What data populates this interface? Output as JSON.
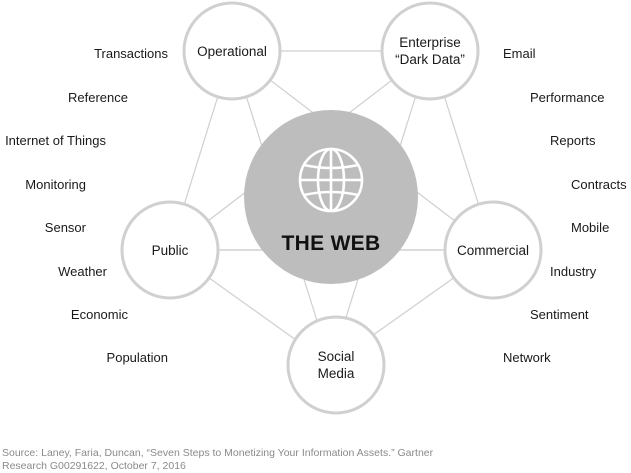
{
  "center": {
    "label": "THE WEB",
    "icon": "globe-icon",
    "fill": "#bdbdbd"
  },
  "nodes": {
    "operational": [
      "Operational"
    ],
    "enterprise": [
      "Enterprise",
      "“Dark Data”"
    ],
    "public": [
      "Public"
    ],
    "commercial": [
      "Commercial"
    ],
    "social": [
      "Social",
      "Media"
    ]
  },
  "left_labels": [
    "Transactions",
    "Reference",
    "Internet of Things",
    "Monitoring",
    "Sensor",
    "Weather",
    "Economic",
    "Population"
  ],
  "right_labels": [
    "Email",
    "Performance",
    "Reports",
    "Contracts",
    "Mobile",
    "Industry",
    "Sentiment",
    "Network"
  ],
  "source": {
    "line1": "Source: Laney, Faria, Duncan, “Seven Steps to Monetizing Your Information Assets.” Gartner",
    "line2": "Research G00291622, October 7, 2016"
  },
  "colors": {
    "ring": "#d0d0d0",
    "line": "#cfcfcf",
    "center": "#bdbdbd"
  }
}
